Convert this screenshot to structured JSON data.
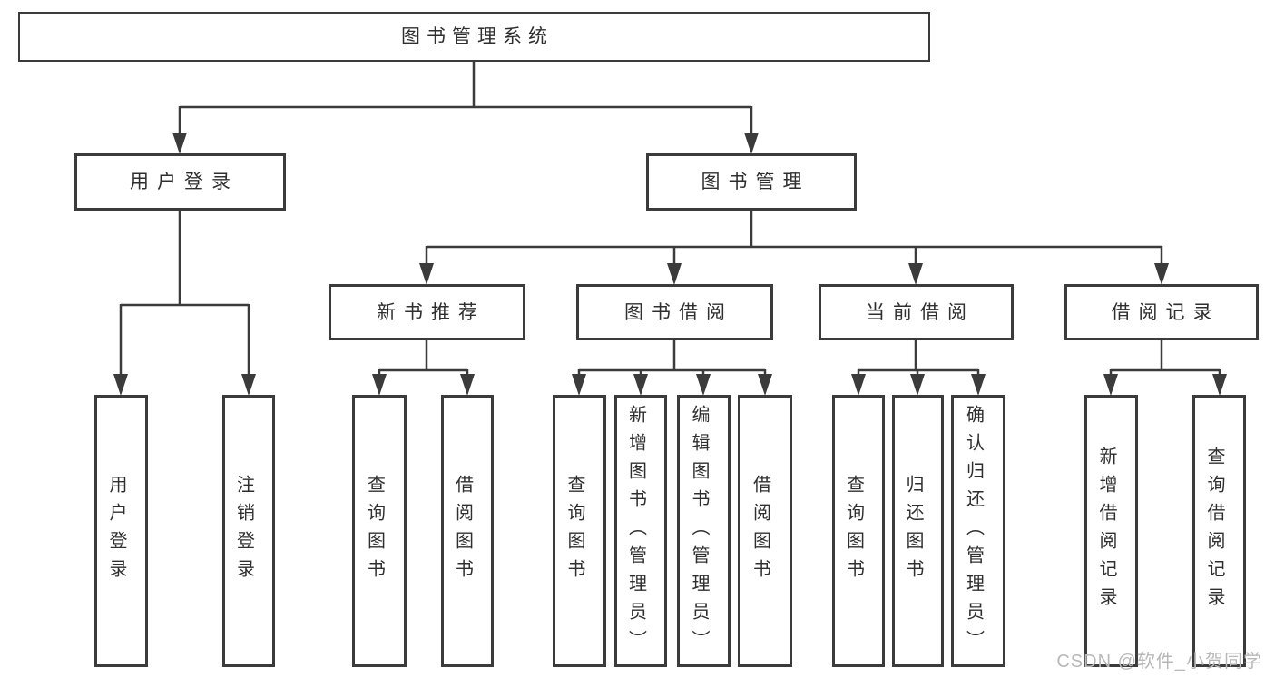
{
  "tree": {
    "label": "图书管理系统",
    "children": [
      {
        "label": "用户登录",
        "children": [
          {
            "label": "用户登录"
          },
          {
            "label": "注销登录"
          }
        ]
      },
      {
        "label": "图书管理",
        "children": [
          {
            "label": "新书推荐",
            "children": [
              {
                "label": "查询图书"
              },
              {
                "label": "借阅图书"
              }
            ]
          },
          {
            "label": "图书借阅",
            "children": [
              {
                "label": "查询图书"
              },
              {
                "label": "新增图书（管理员）"
              },
              {
                "label": "编辑图书（管理员）"
              },
              {
                "label": "借阅图书"
              }
            ]
          },
          {
            "label": "当前借阅",
            "children": [
              {
                "label": "查询图书"
              },
              {
                "label": "归还图书"
              },
              {
                "label": "确认归还（管理员）"
              }
            ]
          },
          {
            "label": "借阅记录",
            "children": [
              {
                "label": "新增借阅记录"
              },
              {
                "label": "查询借阅记录"
              }
            ]
          }
        ]
      }
    ]
  },
  "watermark": "CSDN @软件_小贺同学",
  "colors": {
    "line": "#3b3b3b",
    "text": "#2f2f2f",
    "box_fill": "#ffffff",
    "watermark": "#b8b8b8",
    "background": "#ffffff"
  }
}
